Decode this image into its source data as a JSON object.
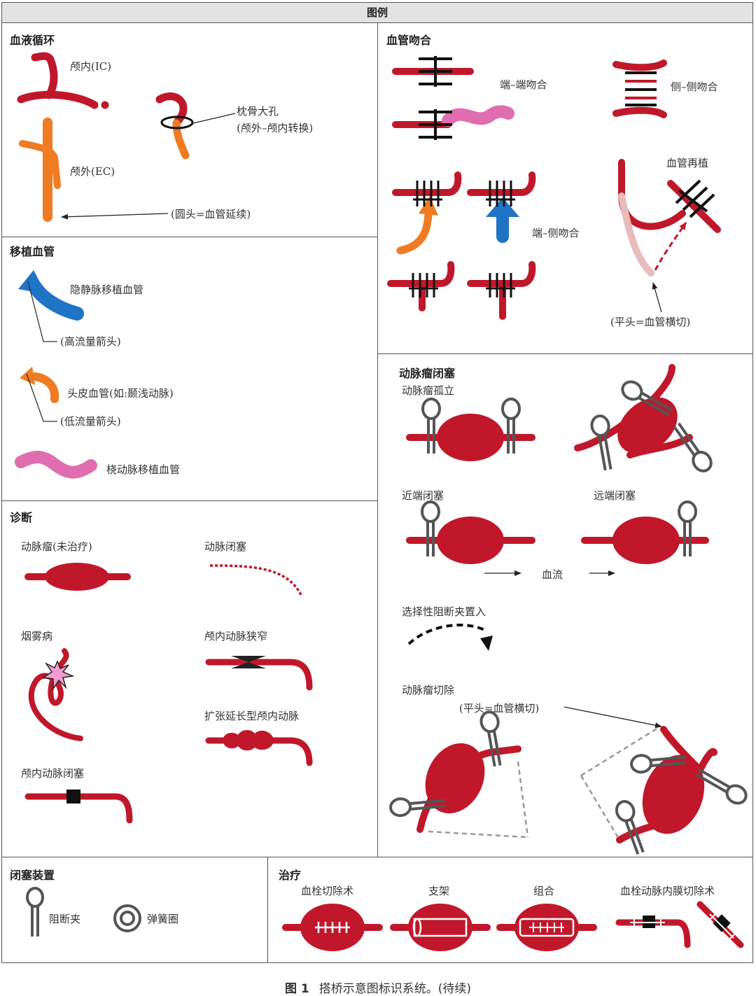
{
  "header": {
    "title": "图例"
  },
  "colors": {
    "vessel_red": "#c0182a",
    "ec_orange": "#ef7b22",
    "graft_blue": "#1f74c4",
    "radial_pink": "#e06db0",
    "band_grey": "#e3e3e3"
  },
  "circulation": {
    "title": "血液循环",
    "ic_label": "颅内(IC)",
    "ec_label": "颅外(EC)",
    "foramen_label": "枕骨大孔",
    "foramen_sub": "(颅外–颅内转换)",
    "round_head_label": "(圆头=血管延续)"
  },
  "grafts": {
    "title": "移植血管",
    "saphenous_label": "隐静脉移植血管",
    "high_flow_label": "(高流量箭头)",
    "scalp_label": "头皮血管(如:颞浅动脉)",
    "low_flow_label": "(低流量箭头)",
    "radial_label": "桡动脉移植血管"
  },
  "diagnosis": {
    "title": "诊断",
    "aneurysm_label": "动脉瘤(未治疗)",
    "occlusion_label": "动脉闭塞",
    "moyamoya_label": "烟雾病",
    "stenosis_label": "颅内动脉狭窄",
    "dolicho_label": "扩张延长型颅内动脉",
    "ic_occlusion_label": "颅内动脉闭塞"
  },
  "anastomosis": {
    "title": "血管吻合",
    "end_end_label": "端–端吻合",
    "side_side_label": "侧–侧吻合",
    "end_side_label": "端–侧吻合",
    "reimplant_label": "血管再植",
    "flat_head_label": "(平头=血管横切)"
  },
  "aneurysm_occlusion": {
    "title": "动脉瘤闭塞",
    "isolation_label": "动脉瘤孤立",
    "proximal_label": "近端闭塞",
    "distal_label": "远端闭塞",
    "flow_label": "血流",
    "selective_label": "选择性阻断夹置入",
    "excision_label": "动脉瘤切除",
    "excision_sub": "(平头=血管横切)"
  },
  "devices": {
    "title": "闭塞装置",
    "clip_label": "阻断夹",
    "coil_label": "弹簧圈"
  },
  "treatment": {
    "title": "治疗",
    "thrombectomy_label": "血栓切除术",
    "stent_label": "支架",
    "combined_label": "组合",
    "endarterectomy_label": "血栓动脉内膜切除术"
  },
  "caption": {
    "figure": "图 1",
    "text": "搭桥示意图标识系统。(待续)"
  }
}
